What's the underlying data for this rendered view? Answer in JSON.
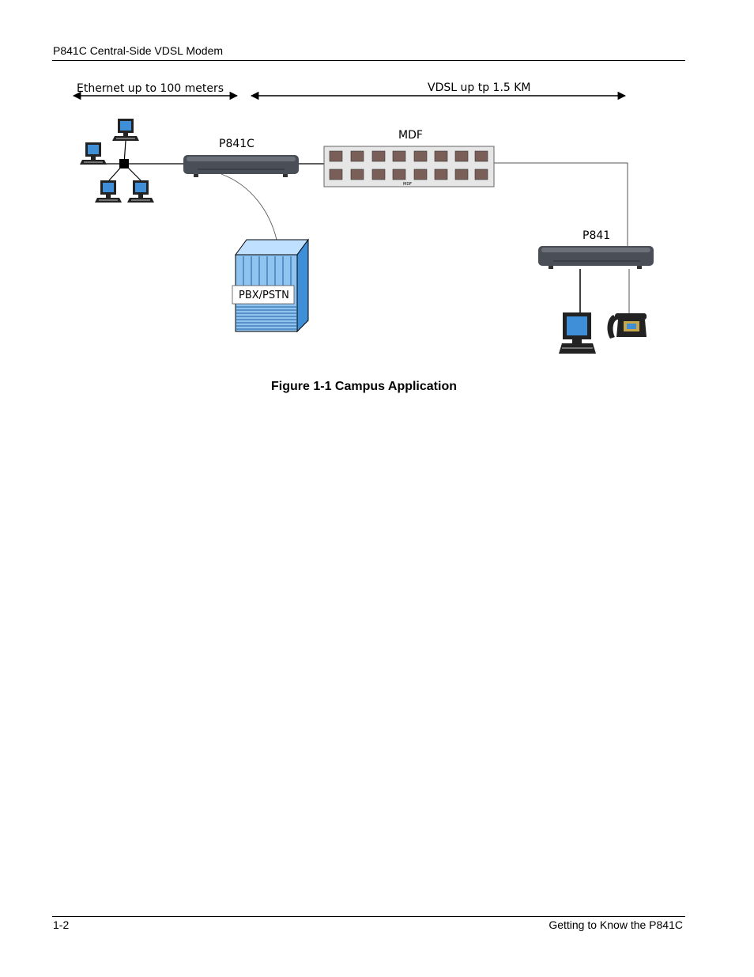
{
  "header": {
    "title": "P841C Central-Side VDSL Modem"
  },
  "figure": {
    "ethernet_label": "Ethernet up to 100 meters",
    "vdsl_label": "VDSL up tp 1.5 KM",
    "p841c_label": "P841C",
    "mdf_label": "MDF",
    "mdf_small_label": "MDF",
    "p841_label": "P841",
    "pbx_label": "PBX/PSTN",
    "caption": "Figure 1-1 Campus Application"
  },
  "footer": {
    "page_number": "1-2",
    "section": "Getting to Know the P841C"
  },
  "colors": {
    "screen_blue": "#3f8fd8",
    "pbx_blue": "#8fc3f0",
    "modem_dark": "#4a4e57"
  }
}
